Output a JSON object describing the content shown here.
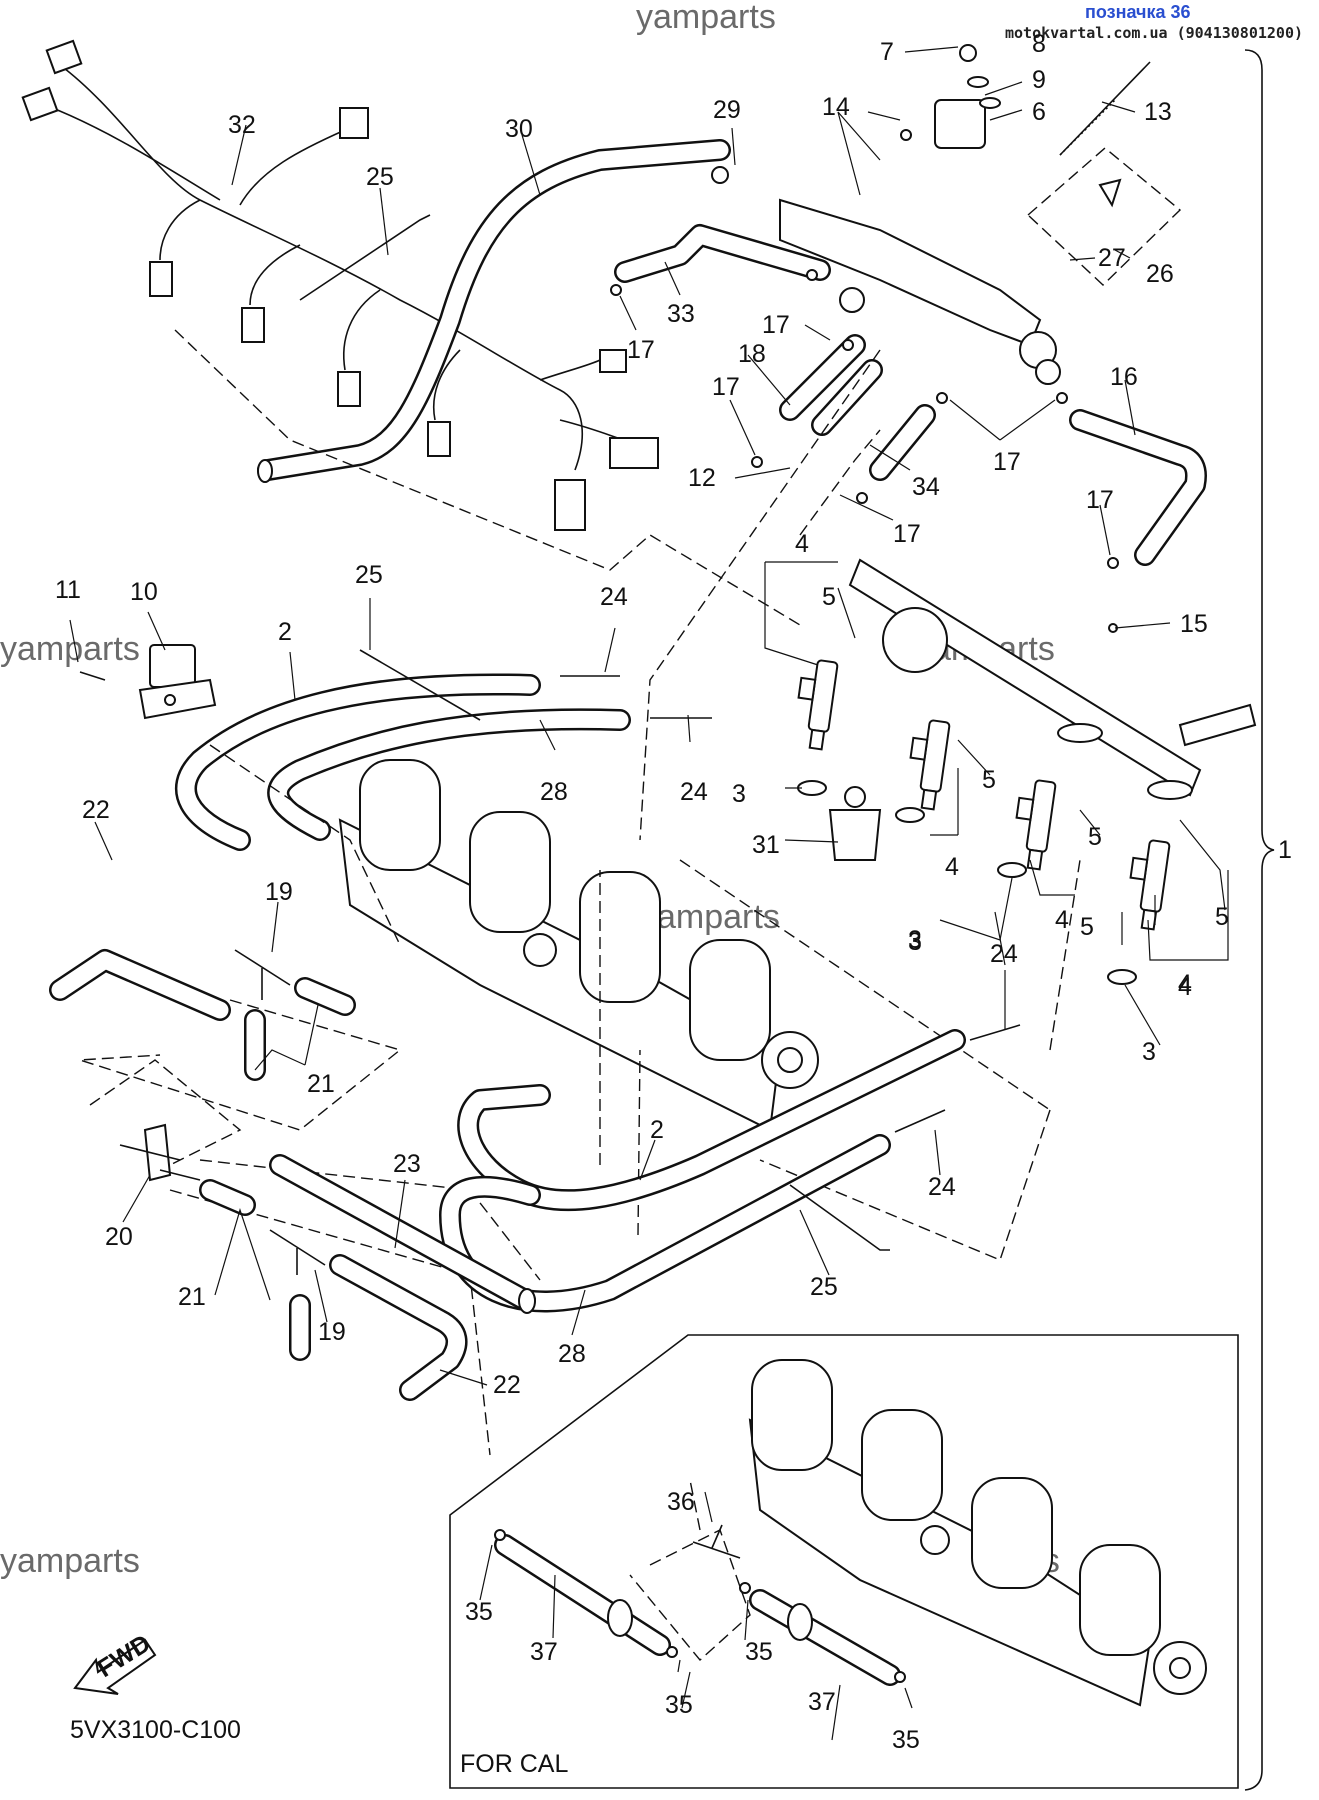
{
  "header": {
    "reference": "позначка 36",
    "site": "motokvartal.com.ua (904130801200)"
  },
  "watermarks": [
    "yamparts",
    "yamparts",
    "yamparts",
    "yamparts",
    "yamparts",
    "yamparts"
  ],
  "part_labels": [
    "7",
    "8",
    "9",
    "6",
    "13",
    "14",
    "29",
    "30",
    "32",
    "25",
    "27",
    "26",
    "33",
    "17",
    "17",
    "18",
    "17",
    "16",
    "12",
    "34",
    "17",
    "17",
    "17",
    "11",
    "10",
    "2",
    "25",
    "24",
    "4",
    "5",
    "15",
    "24",
    "28",
    "5",
    "3",
    "31",
    "4",
    "5",
    "5",
    "22",
    "19",
    "4",
    "3",
    "4",
    "5",
    "21",
    "24",
    "3",
    "4",
    "3",
    "2",
    "24",
    "20",
    "23",
    "21",
    "19",
    "25",
    "28",
    "22",
    "36",
    "35",
    "37",
    "35",
    "35",
    "37",
    "35",
    "1"
  ],
  "inset": {
    "label": "FOR CAL"
  },
  "fwd_icon": {
    "label": "FWD"
  },
  "diagram_code": "5VX3100-C100"
}
